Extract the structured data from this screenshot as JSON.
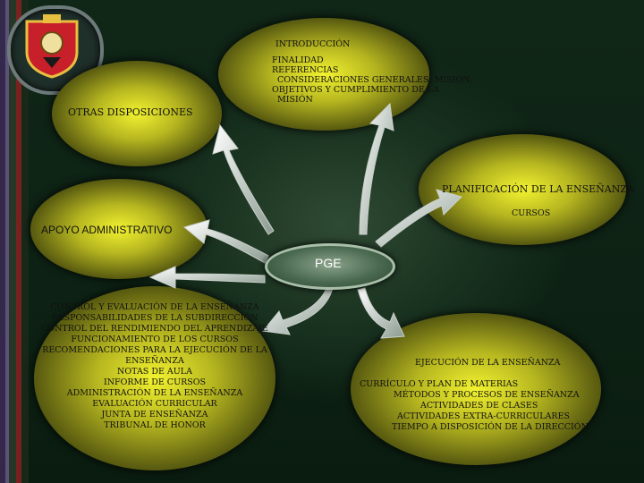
{
  "intro": {
    "title": "INTRODUCCIÓN",
    "items": [
      "FINALIDAD",
      "REFERENCIAS",
      "  CONSIDERACIONES GENERALES: MISIÓN,",
      "OBJETIVOS  Y CUMPLIMIENTO DE  LA",
      "MISIÓN"
    ]
  },
  "otras": {
    "title": "OTRAS DISPOSICIONES"
  },
  "planificacion": {
    "title": "PLANIFICACIÓN DE LA ENSEÑANZA",
    "items": [
      "CURSOS"
    ]
  },
  "apoyo": {
    "title": "APOYO ADMINISTRATIVO"
  },
  "hub": {
    "label": "PGE"
  },
  "control": {
    "items": [
      "CONTROL Y EVALUACIÓN DE LA ENSEÑANZA",
      "RESPONSABILIDADES DE LA SUBDIRECCIÓN",
      "CONTROL DEL RENDIMIENDO DEL APRENDIZAJE",
      "FUNCIONAMIENTO DE LOS CURSOS",
      "RECOMENDACIONES PARA LA EJECUCIÓN DE LA",
      "ENSEÑANZA",
      "NOTAS DE AULA",
      "INFORME DE CURSOS",
      "ADMINISTRACIÓN DE LA ENSEÑANZA",
      "EVALUACIÓN CURRICULAR",
      "JUNTA DE ENSEÑANZA",
      "TRIBUNAL DE HONOR"
    ]
  },
  "ejecucion": {
    "title": "EJECUCIÓN DE LA ENSEÑANZA",
    "items": [
      "CURRÍCULO Y PLAN DE MATERIAS",
      "MÉTODOS Y PROCESOS DE ENSEÑANZA",
      "ACTIVIDADES DE CLASES",
      "ACTIVIDADES EXTRA-CURRICULARES",
      "TIEMPO A DISPOSICIÓN DE LA DIRECCIÓN"
    ]
  },
  "colors": {
    "bubble": "#f2f230",
    "text": "#111111",
    "hub_label": "#ffffff",
    "background": "#0c1f12"
  },
  "icons": [
    "crest-emblem",
    "arrow-icon"
  ]
}
